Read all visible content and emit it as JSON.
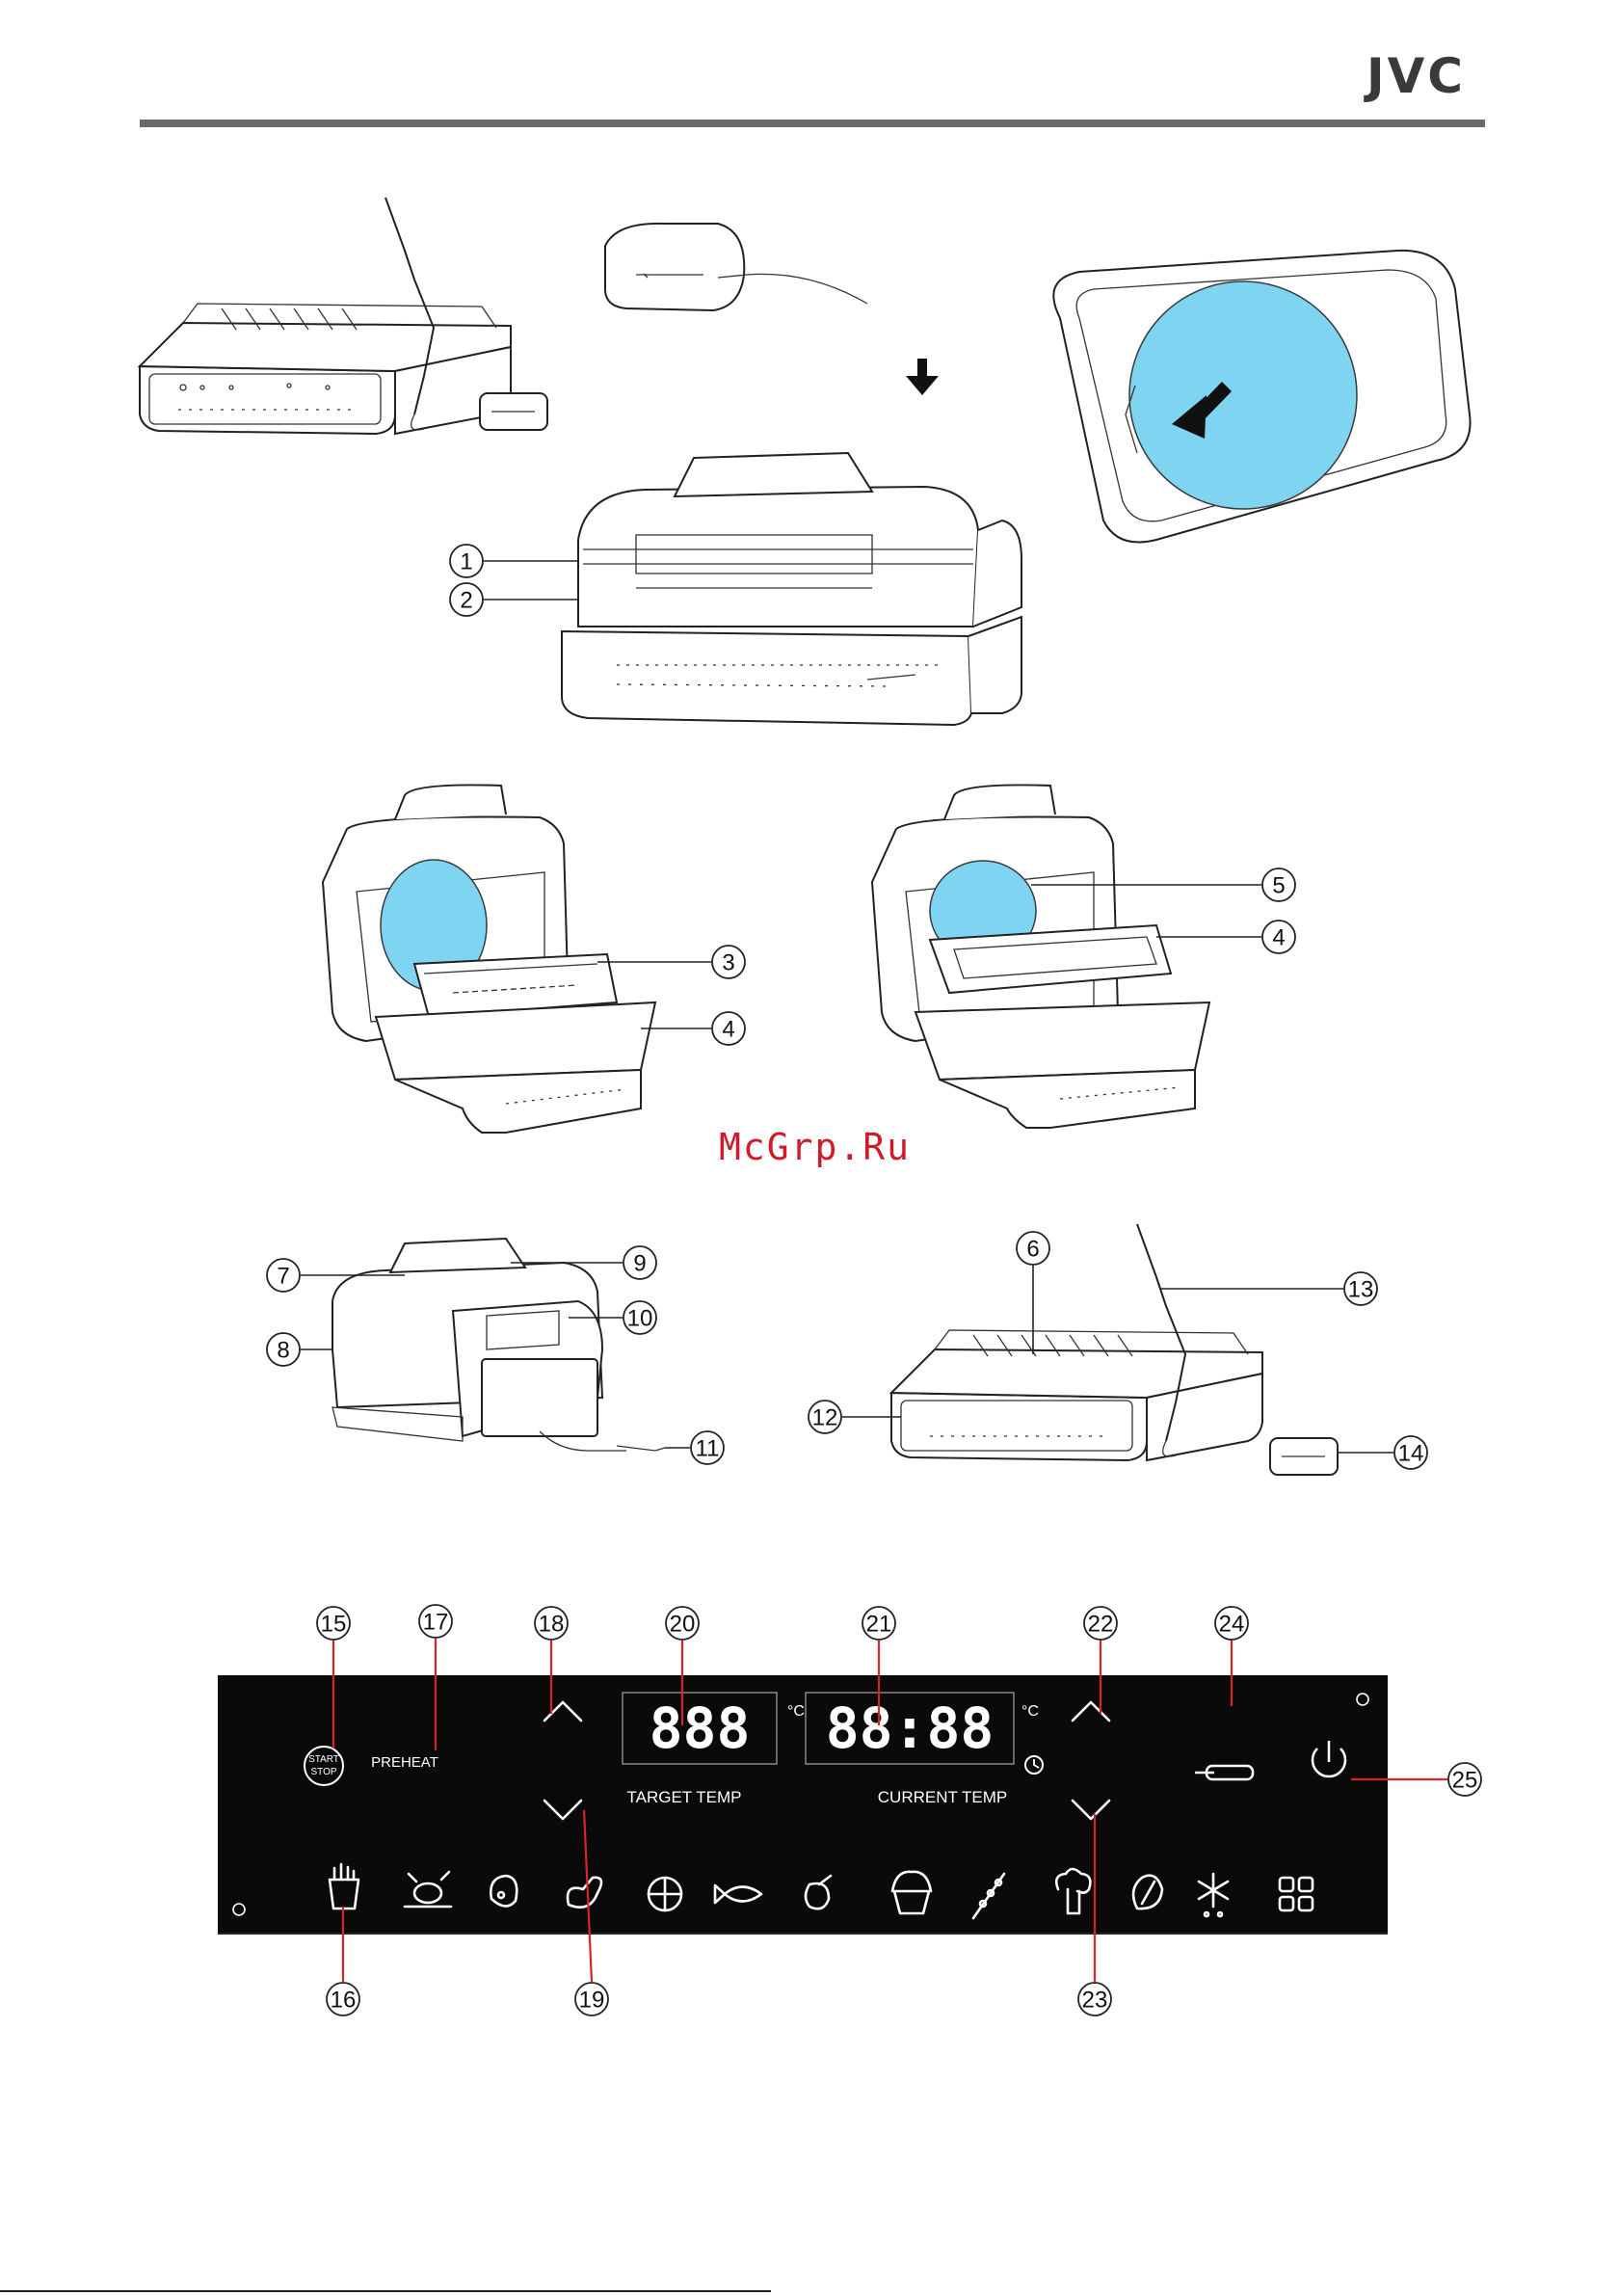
{
  "brand": "JVC",
  "watermark": "McGrp.Ru",
  "callouts": {
    "c1": "1",
    "c2": "2",
    "c3": "3",
    "c4a": "4",
    "c4b": "4",
    "c5": "5",
    "c6": "6",
    "c7": "7",
    "c8": "8",
    "c9": "9",
    "c10": "10",
    "c11": "11",
    "c12": "12",
    "c13": "13",
    "c14": "14",
    "c15": "15",
    "c16": "16",
    "c17": "17",
    "c18": "18",
    "c19": "19",
    "c20": "20",
    "c21": "21",
    "c22": "22",
    "c23": "23",
    "c24": "24",
    "c25": "25"
  },
  "panel": {
    "start_stop_line1": "START",
    "start_stop_line2": "STOP",
    "preheat": "PREHEAT",
    "target_digits": "888",
    "current_digits": "88:88",
    "target_label": "TARGET  TEMP",
    "current_label": "CURRENT  TEMP",
    "unit_c": "°C",
    "unit_c2": "°C",
    "program_icons": [
      "fries-icon",
      "chicken-icon",
      "steak-icon",
      "sausage-icon",
      "pizza-icon",
      "fish-icon",
      "shrimp-icon",
      "cake-icon",
      "kebab-icon",
      "broccoli-icon",
      "bread-icon",
      "defrost-icon",
      "menu-icon"
    ]
  },
  "colors": {
    "panel_bg": "#0a0a0a",
    "callout_line": "#d8232a",
    "highlight_blue": "#7fd4f1"
  }
}
